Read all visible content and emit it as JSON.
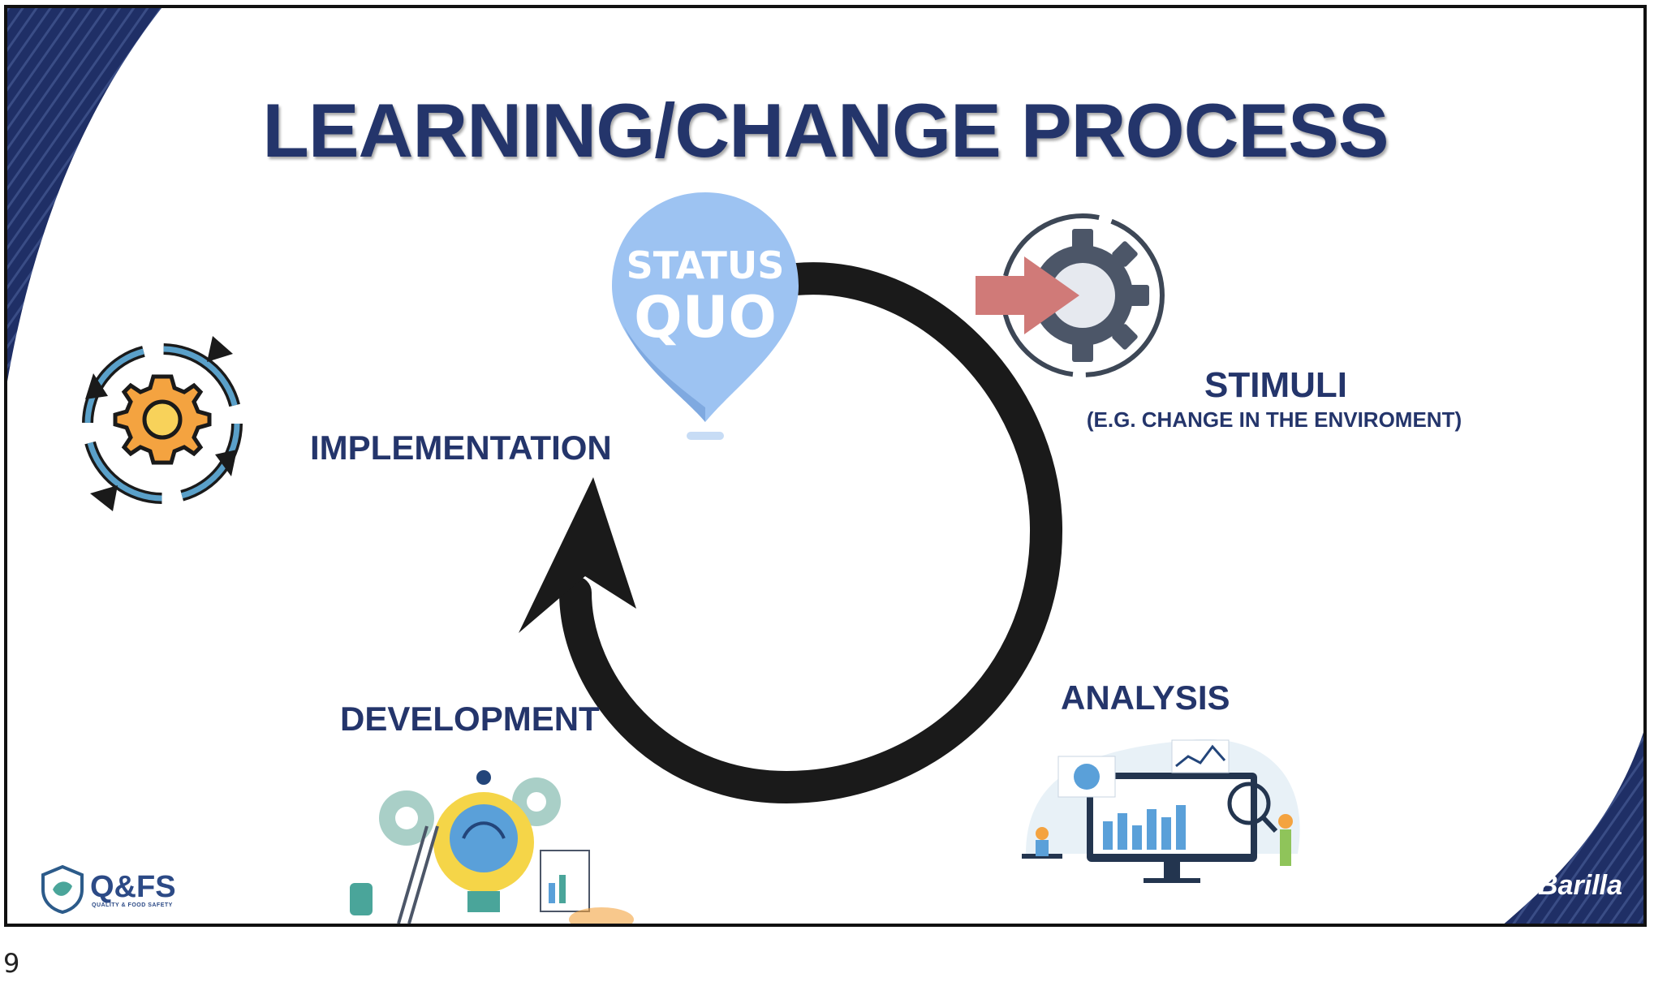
{
  "slide": {
    "title": "LEARNING/CHANGE PROCESS",
    "page_number": "9"
  },
  "cycle": {
    "status_quo": {
      "line1": "STATUS",
      "line2": "QUO"
    },
    "stages": {
      "stimuli": "STIMULI",
      "stimuli_note": "(E.G. CHANGE IN THE ENVIROMENT)",
      "analysis": "ANALYSIS",
      "development": "DEVELOPMENT",
      "implementation": "IMPLEMENTATION"
    }
  },
  "logos": {
    "qfs_name": "Q&FS",
    "qfs_tagline": "QUALITY & FOOD SAFETY",
    "barilla_name": "Barilla"
  },
  "colors": {
    "title": "#24356b",
    "accent_navy": "#1f2f66",
    "status_quo_blue": "#9dc3f2",
    "stimuli_arrow": "#d07a78",
    "gear_orange": "#f4a340"
  },
  "icons": [
    "status-quo-pin-icon",
    "stimuli-gear-icon",
    "implementation-cycle-icon",
    "development-illustration",
    "analysis-illustration",
    "cycle-arrow-icon"
  ]
}
